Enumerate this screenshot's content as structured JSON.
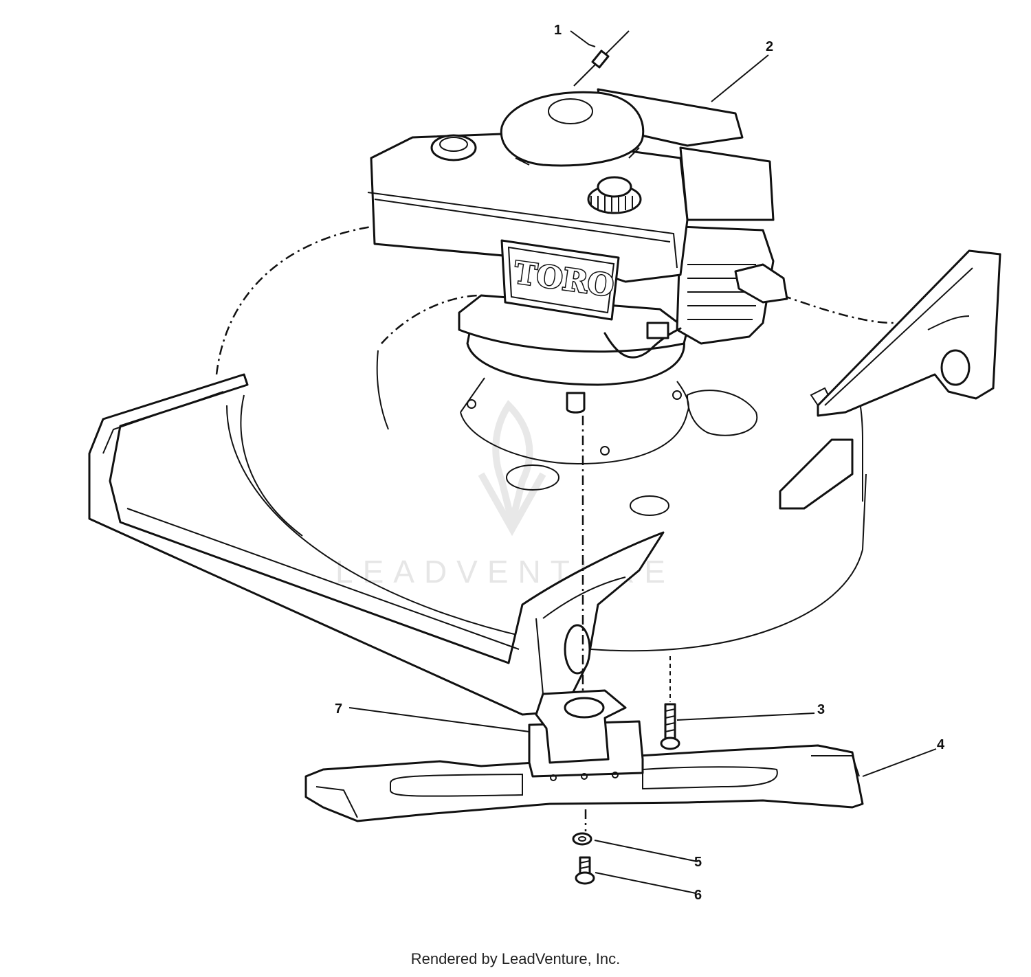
{
  "diagram": {
    "engine_brand": "TORO",
    "watermark": "LEADVENTURE",
    "callouts": [
      {
        "id": "callout-1",
        "label": "1"
      },
      {
        "id": "callout-2",
        "label": "2"
      },
      {
        "id": "callout-3",
        "label": "3"
      },
      {
        "id": "callout-4",
        "label": "4"
      },
      {
        "id": "callout-5",
        "label": "5"
      },
      {
        "id": "callout-6",
        "label": "6"
      },
      {
        "id": "callout-7",
        "label": "7"
      }
    ]
  },
  "footer": {
    "text": "Rendered by LeadVenture, Inc."
  }
}
